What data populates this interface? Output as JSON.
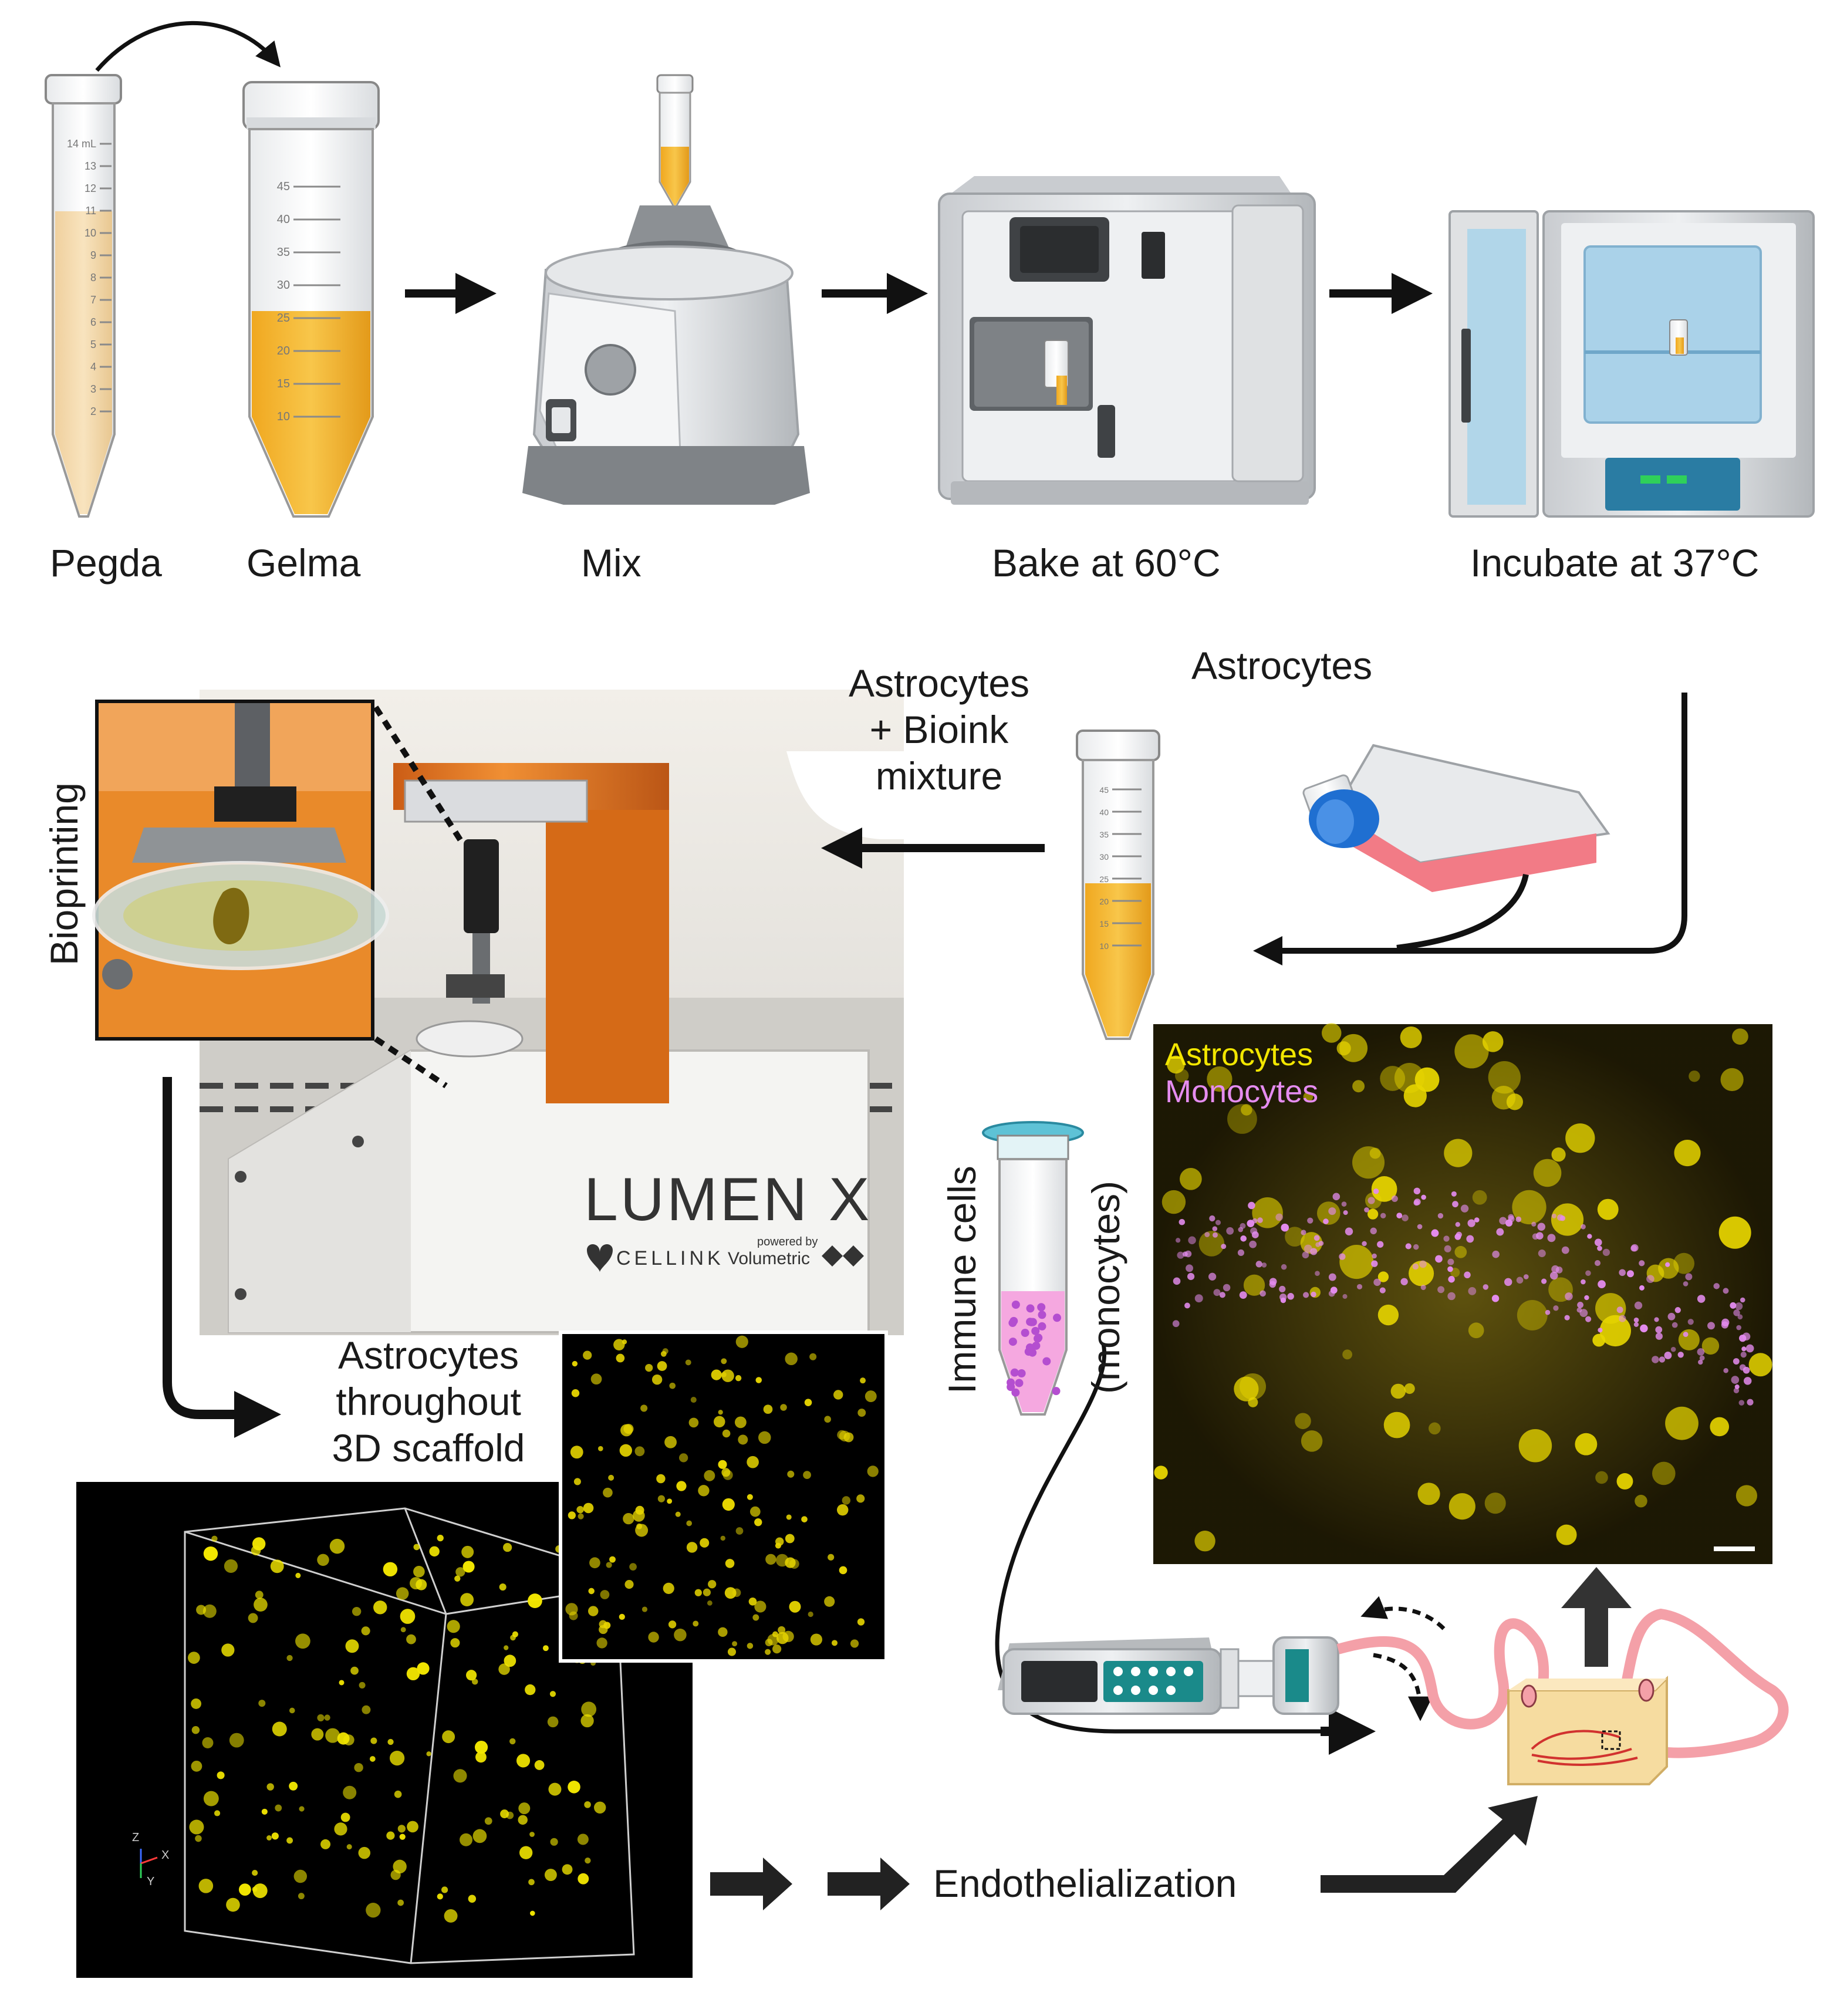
{
  "steps": {
    "pegda": "Pegda",
    "gelma": "Gelma",
    "mix": "Mix",
    "bake": "Bake at 60°C",
    "incubate": "Incubate at 37°C"
  },
  "astrocytes_label": "Astrocytes",
  "mixture_lines": [
    "Astrocytes",
    "+ Bioink",
    "mixture"
  ],
  "bioprinting": "Bioprinting",
  "printer": {
    "name": "LUMEN X",
    "brand": "CELLINK",
    "powered_by": "powered by",
    "partner": "Volumetric"
  },
  "scaffold_lines": [
    "Astrocytes",
    "throughout",
    "3D scaffold"
  ],
  "immune_cells": "Immune cells",
  "monocytes": "(monocytes)",
  "legend": {
    "astrocytes": "Astrocytes",
    "monocytes": "Monocytes"
  },
  "endothelialization": "Endothelialization",
  "tube_15ml_marks": [
    "14 mL",
    "13",
    "12",
    "11",
    "10",
    "9",
    "8",
    "7",
    "6",
    "5",
    "4",
    "3",
    "2"
  ],
  "tube_50ml_marks": [
    "45",
    "40",
    "35",
    "30",
    "25",
    "20",
    "15",
    "10"
  ],
  "axes": {
    "x": "X",
    "y": "Y",
    "z": "Z"
  },
  "colors": {
    "gel_yellow": "#f2b531",
    "astrocyte_yellow": "#f2e600",
    "monocyte_magenta": "#e58cf0",
    "printer_orange": "#e06a10",
    "media_pink": "#f27b86",
    "tubing_pink": "#f4a0a8",
    "pump_teal": "#1a8a8a"
  }
}
